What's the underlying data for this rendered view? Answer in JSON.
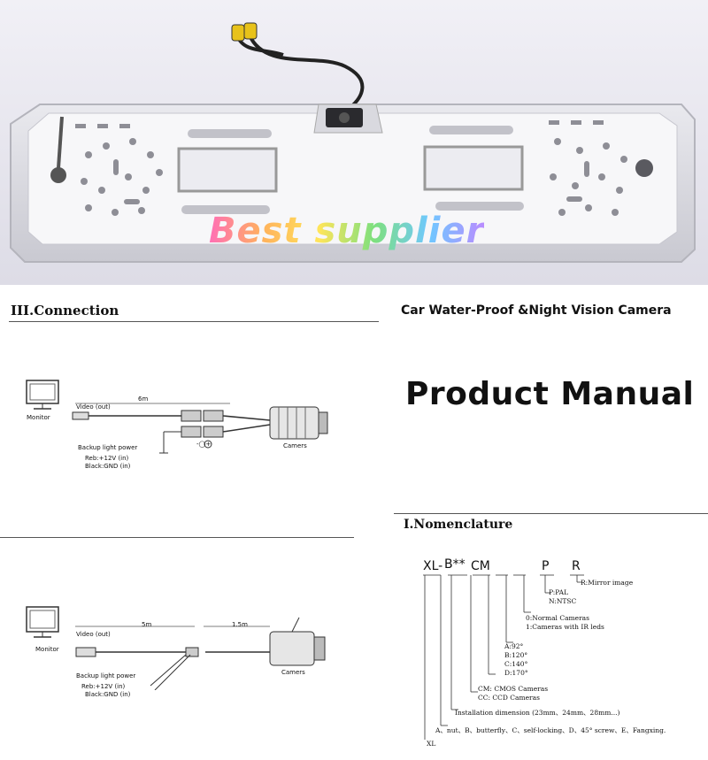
{
  "photo": {
    "watermark": "Best supplier"
  },
  "connection": {
    "title": "III.Connection",
    "diagram1": {
      "monitor": "Monitor",
      "video_out": "Video (out)",
      "length": "6m",
      "backup_light": "Backup light power",
      "red": "Reb:+12V (in)",
      "black": "Black:GND (in)",
      "camera": "Camers",
      "polarity": "-◯+"
    },
    "diagram2": {
      "monitor": "Monitor",
      "video_out": "Video (out)",
      "length_a": "5m",
      "length_b": "1.5m",
      "backup_light": "Backup light power",
      "red": "Reb:+12V (in)",
      "black": "Black:GND (in)",
      "camera": "Camers"
    }
  },
  "cover": {
    "subtitle": "Car Water-Proof &Night Vision Camera",
    "title": "Product Manual"
  },
  "nomenclature": {
    "title": "I.Nomenclature",
    "code": {
      "xl": "XL-",
      "b": "B**",
      "cm": "CM",
      "p": "P",
      "r": "R"
    },
    "notes": {
      "mirror": "R:Mirror image",
      "pal": "P:PAL",
      "ntsc": "N:NTSC",
      "normal": "0:Normal Cameras",
      "ir": "1:Cameras with IR leds",
      "a92": "A:92°",
      "b120": "B:120°",
      "c140": "C:140°",
      "d170": "D:170°",
      "cmos": "CM:  CMOS Cameras",
      "ccd": "CC:  CCD Cameras",
      "install": "Installation dimension (23mm、24mm、28mm...)",
      "types": "A、nut、B、butterfly、C、self-locking、D、45° screw、E、Fangxing.",
      "xl": "XL"
    }
  }
}
